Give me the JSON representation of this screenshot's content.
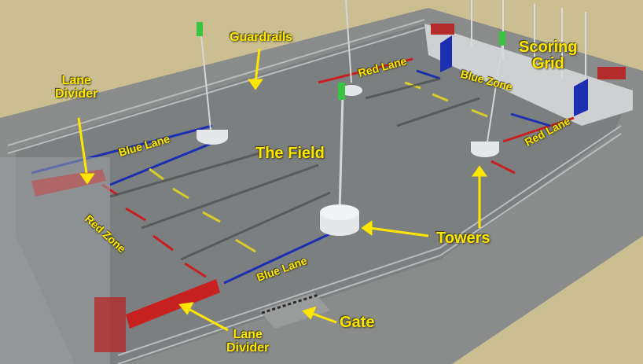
{
  "labels": {
    "lane_divider_top": [
      "Lane",
      "Divider"
    ],
    "guardrails": "Guardrails",
    "red_lane_top": "Red Lane",
    "scoring_grid": [
      "Scoring",
      "Grid"
    ],
    "blue_zone": "Blue Zone",
    "blue_lane_top": "Blue Lane",
    "the_field": "The Field",
    "red_lane_right": "Red Lane",
    "red_zone": "Red Zone",
    "towers": "Towers",
    "blue_lane_bottom": "Blue Lane",
    "gate": "Gate",
    "lane_divider_bottom": [
      "Lane",
      "Divider"
    ]
  },
  "colors": {
    "label": "#ffe600",
    "field": "#7a7d7e",
    "sand": "#c9bd8f",
    "red_lane": "#d41f1f",
    "blue_lane": "#1c2fb0",
    "yellow_mark": "#d8cc2a"
  }
}
